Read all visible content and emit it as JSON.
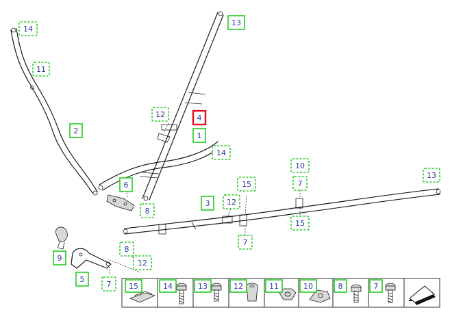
{
  "callouts": [
    {
      "id": "c14a",
      "label": "14",
      "style": "circle"
    },
    {
      "id": "c11a",
      "label": "11",
      "style": "circle"
    },
    {
      "id": "c2",
      "label": "2",
      "style": "square"
    },
    {
      "id": "c13a",
      "label": "13",
      "style": "square"
    },
    {
      "id": "c12a",
      "label": "12",
      "style": "circle"
    },
    {
      "id": "c4",
      "label": "4",
      "style": "selected"
    },
    {
      "id": "c1",
      "label": "1",
      "style": "square"
    },
    {
      "id": "c14b",
      "label": "14",
      "style": "circle"
    },
    {
      "id": "c10a",
      "label": "10",
      "style": "circle"
    },
    {
      "id": "c13b",
      "label": "13",
      "style": "circle"
    },
    {
      "id": "c6",
      "label": "6",
      "style": "square"
    },
    {
      "id": "c7a",
      "label": "7",
      "style": "circle"
    },
    {
      "id": "c15a",
      "label": "15",
      "style": "circle"
    },
    {
      "id": "c3",
      "label": "3",
      "style": "square"
    },
    {
      "id": "c12b",
      "label": "12",
      "style": "circle"
    },
    {
      "id": "c8a",
      "label": "8",
      "style": "circle"
    },
    {
      "id": "c15b",
      "label": "15",
      "style": "circle"
    },
    {
      "id": "c7b",
      "label": "7",
      "style": "circle"
    },
    {
      "id": "c8b",
      "label": "8",
      "style": "circle"
    },
    {
      "id": "c9",
      "label": "9",
      "style": "square"
    },
    {
      "id": "c12c",
      "label": "12",
      "style": "circle"
    },
    {
      "id": "c5",
      "label": "5",
      "style": "square"
    },
    {
      "id": "c7c",
      "label": "7",
      "style": "circle"
    }
  ],
  "legend": [
    {
      "label": "15",
      "part": "clip"
    },
    {
      "label": "14",
      "part": "bolt"
    },
    {
      "label": "13",
      "part": "bolt"
    },
    {
      "label": "12",
      "part": "sleeve"
    },
    {
      "label": "11",
      "part": "nut"
    },
    {
      "label": "10",
      "part": "clip-nut"
    },
    {
      "label": "8",
      "part": "bolt"
    },
    {
      "label": "7",
      "part": "bolt"
    }
  ],
  "selected_part": "4"
}
